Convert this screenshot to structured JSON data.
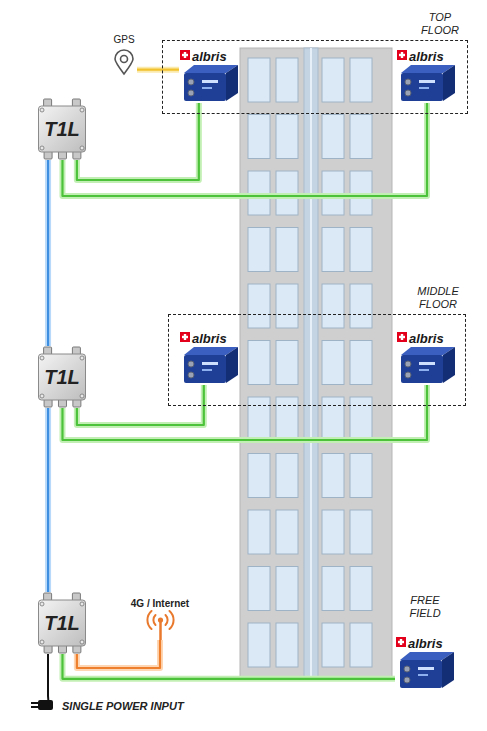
{
  "diagram": {
    "nodes": [
      {
        "text": [
          "GPS"
        ]
      },
      {
        "text": [
          "TOP FLOOR"
        ]
      },
      {
        "text": [
          "albris"
        ],
        "in": 1
      },
      {
        "text": [
          "albris"
        ],
        "in": 1
      },
      {
        "text": [
          "T1L"
        ]
      },
      {
        "text": [
          "MIDDLE FLOOR"
        ]
      },
      {
        "text": [
          "albris"
        ],
        "in": 5
      },
      {
        "text": [
          "albris"
        ],
        "in": 5
      },
      {
        "text": [
          "T1L"
        ]
      },
      {
        "text": [
          "T1L"
        ]
      },
      {
        "text": [
          "4G / Internet"
        ]
      },
      {
        "text": [
          "albris"
        ]
      }
    ],
    "edges": [
      {
        "from": 0,
        "to": 2,
        "arrow": "none"
      },
      {
        "from": 4,
        "to": 2,
        "arrow": "none"
      },
      {
        "from": 4,
        "to": 3,
        "arrow": "none"
      },
      {
        "from": 4,
        "to": 8,
        "arrow": "none"
      },
      {
        "from": 8,
        "to": 9,
        "arrow": "none"
      },
      {
        "from": 8,
        "to": 6,
        "arrow": "none"
      },
      {
        "from": 8,
        "to": 7,
        "arrow": "none"
      },
      {
        "from": 9,
        "to": 10,
        "arrow": "none"
      },
      {
        "from": 9,
        "to": 11,
        "arrow": "none"
      }
    ],
    "labels": [
      "FREE FIELD",
      "SINGLE POWER INPUT"
    ]
  }
}
